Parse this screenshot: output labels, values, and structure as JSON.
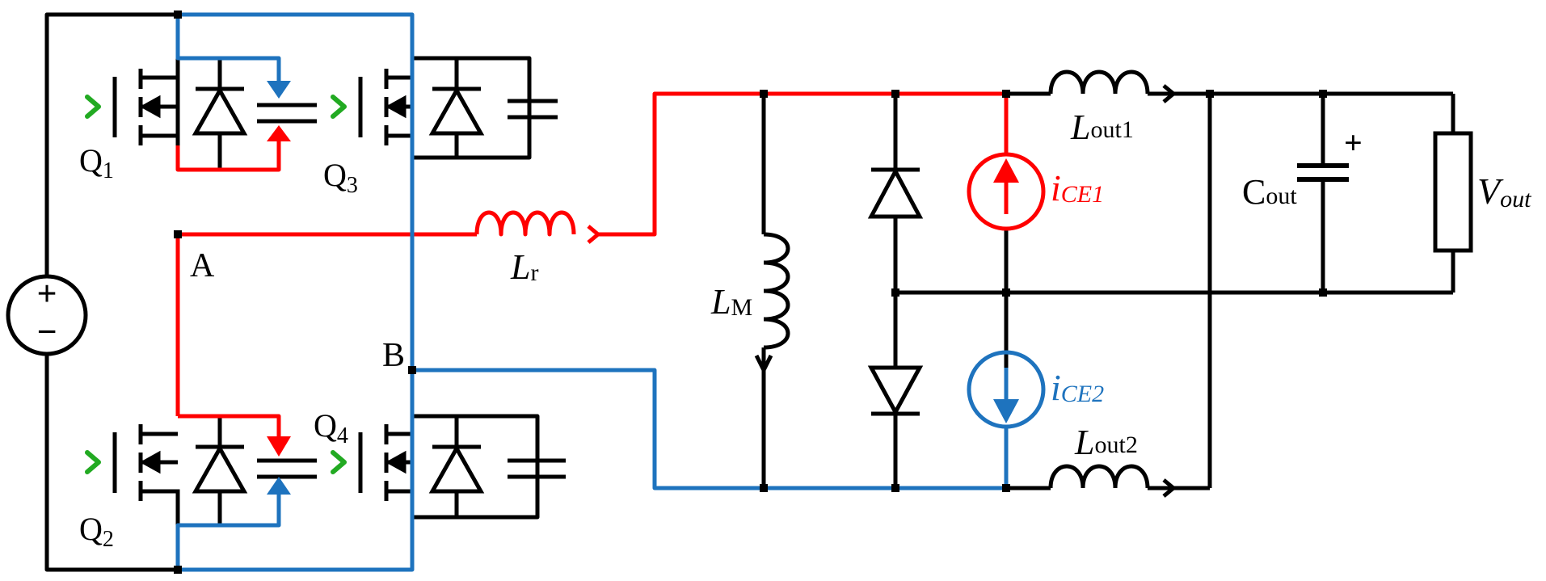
{
  "labels": {
    "q1": {
      "main": "Q",
      "sub": "1"
    },
    "q2": {
      "main": "Q",
      "sub": "2"
    },
    "q3": {
      "main": "Q",
      "sub": "3"
    },
    "q4": {
      "main": "Q",
      "sub": "4"
    },
    "node_a": "A",
    "node_b": "B",
    "lr": {
      "main": "L",
      "sub": "r"
    },
    "lm": {
      "main": "L",
      "sub": "M"
    },
    "lout1": {
      "main": "L",
      "sub": "out1"
    },
    "lout2": {
      "main": "L",
      "sub": "out2"
    },
    "ice1": {
      "main": "i",
      "sub": "CE1"
    },
    "ice2": {
      "main": "i",
      "sub": "CE2"
    },
    "cout": {
      "main": "C",
      "sub": "out"
    },
    "vout": {
      "main": "V",
      "sub": "out"
    },
    "source_plus": "+",
    "source_minus": "−",
    "cap_plus": "+"
  },
  "colors": {
    "wire": "#000000",
    "path_positive": "#ff0000",
    "path_negative": "#1e73be",
    "gate_drive": "#22aa22",
    "background": "#ffffff"
  }
}
